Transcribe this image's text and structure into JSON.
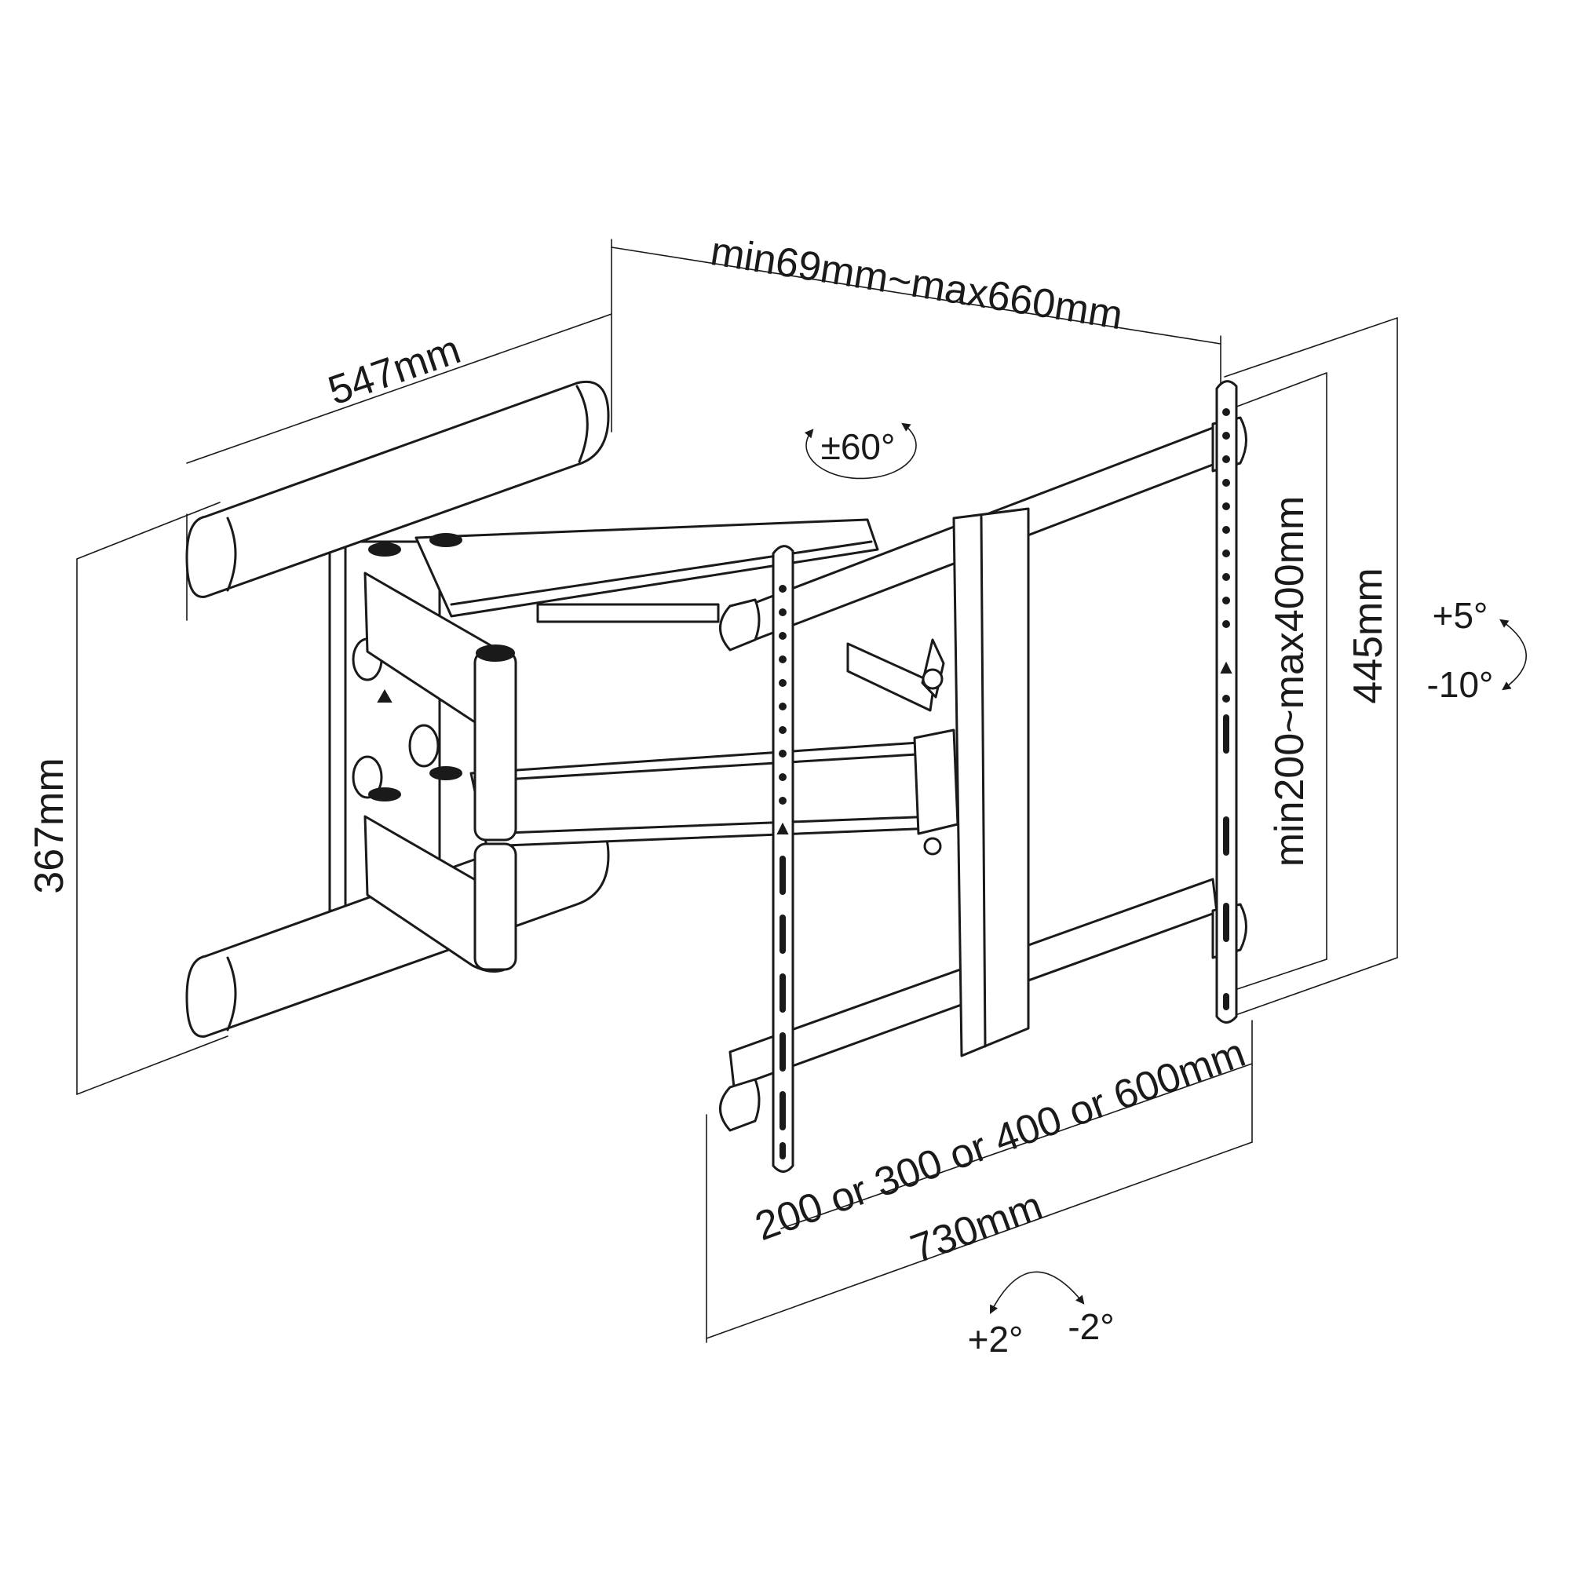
{
  "dimensions": {
    "wall_plate_width": "547mm",
    "wall_plate_height": "367mm",
    "extension": "min69mm~max660mm",
    "vesa_vertical": "min200~max400mm",
    "tv_plate_height": "445mm",
    "vesa_horizontal": "200 or 300 or 400 or 600mm",
    "tv_plate_width": "730mm"
  },
  "rotation": {
    "swivel": "±60°",
    "tilt_up": "+5°",
    "tilt_down": "-10°",
    "level_plus": "+2°",
    "level_minus": "-2°"
  },
  "colors": {
    "line": "#1a1a1a",
    "background": "#ffffff"
  }
}
